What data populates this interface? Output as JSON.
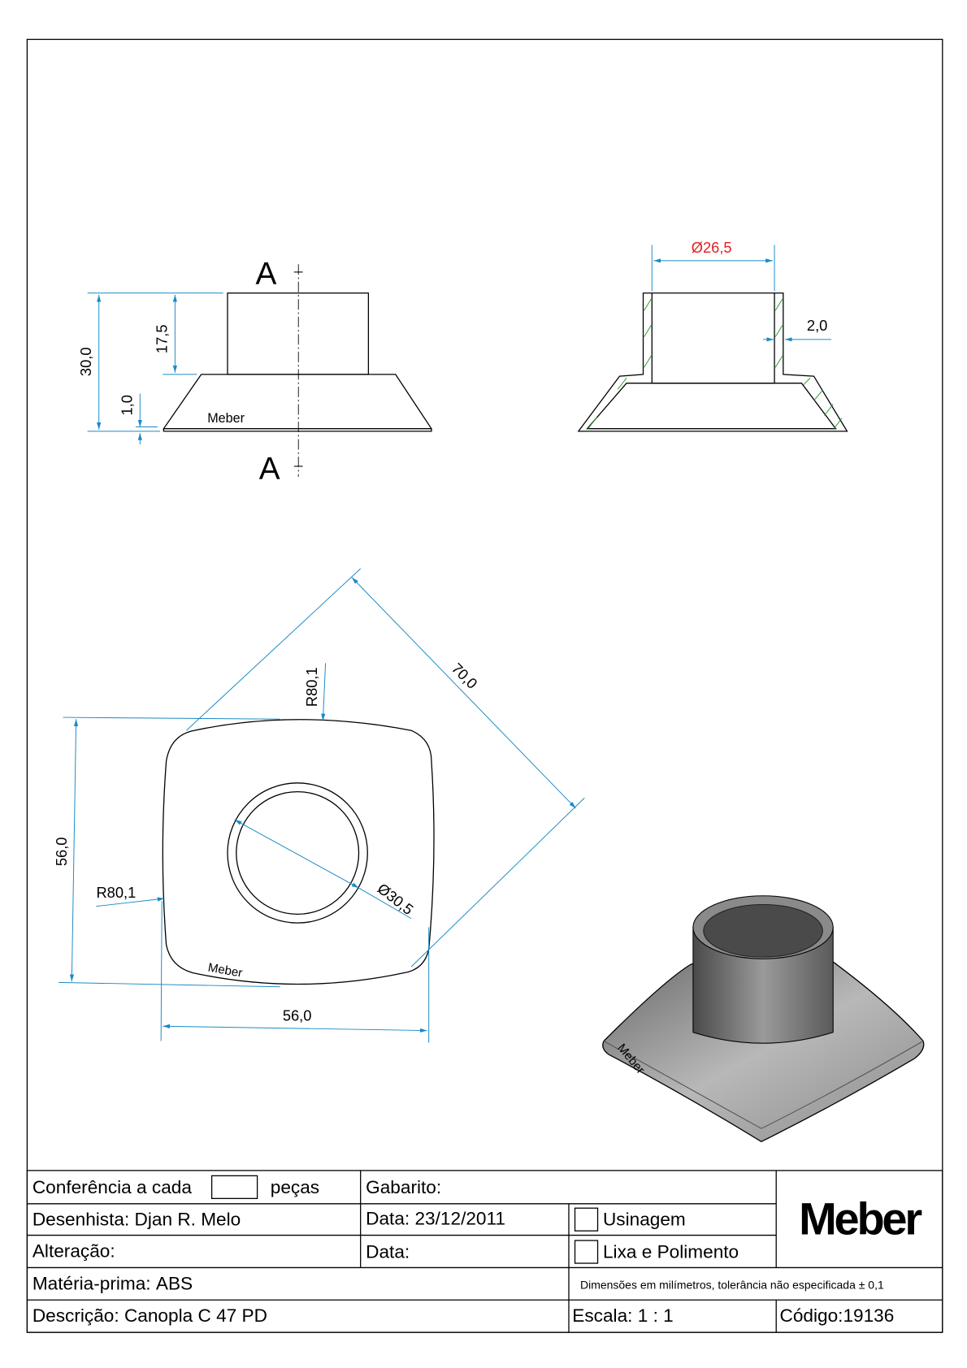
{
  "drawing": {
    "section_label_top": "A",
    "section_label_bottom": "A",
    "dims": {
      "total_height": "30,0",
      "collar_height": "17,5",
      "base_thickness": "1,0",
      "inner_diameter": "Ø26,5",
      "wall": "2,0",
      "radius_top": "R80,1",
      "radius_left": "R80,1",
      "diagonal": "70,0",
      "height_plan": "56,0",
      "width_plan": "56,0",
      "collar_diameter": "Ø30,5"
    },
    "engraving": "Meber",
    "colors": {
      "dimension": "#1a8ac4",
      "highlight": "#e02020",
      "hatch": "#2a9a2a"
    }
  },
  "title_block": {
    "conferencia_label": "Conferência a cada",
    "pecas_label": "peças",
    "gabarito_label": "Gabarito:",
    "desenhista_label": "Desenhista:",
    "desenhista_value": "Djan R. Melo",
    "data_label": "Data:",
    "data_value": "23/12/2011",
    "usinagem_label": "Usinagem",
    "alteracao_label": "Alteração:",
    "data2_label": "Data:",
    "lixa_label": "Lixa e Polimento",
    "materia_label": "Matéria-prima:",
    "materia_value": "ABS",
    "dimensoes_note": "Dimensões em milímetros, tolerância não especificada ± 0,1",
    "descricao_label": "Descrição:",
    "descricao_value": "Canopla C 47 PD",
    "escala_label": "Escala:",
    "escala_value": "1 : 1",
    "codigo_label": "Código:",
    "codigo_value": "19136",
    "logo": "Meber"
  }
}
